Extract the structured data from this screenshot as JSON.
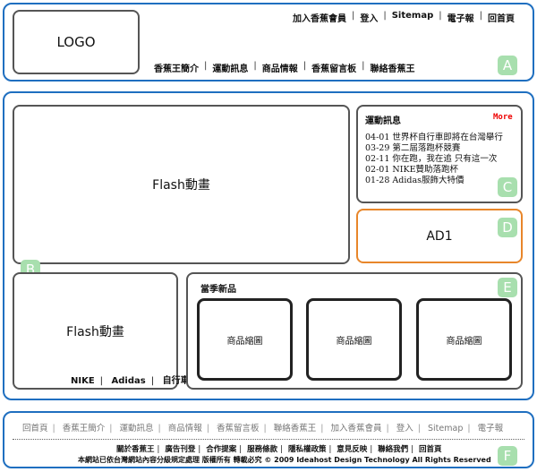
{
  "header": {
    "logo": "LOGO",
    "top_links": [
      "加入香蕉會員",
      "登入",
      "Sitemap",
      "電子報",
      "回首頁"
    ],
    "main_nav": [
      "香蕉王簡介",
      "運動訊息",
      "商品情報",
      "香蕉留言板",
      "聯絡香蕉王"
    ],
    "badge": "A"
  },
  "main": {
    "flash_banner": "Flash動畫",
    "badge_b": "B",
    "news": {
      "title": "運動訊息",
      "more": "More",
      "items": [
        "04-01 世界杯自行車即將在台灣舉行",
        "03-29 第二屆落跑杯競賽",
        "02-11 你在跑，我在追 只有這一次",
        "02-01 NIKE贊助落跑杯",
        "01-28 Adidas服飾大特價"
      ],
      "badge": "C"
    },
    "ad": {
      "label": "AD1",
      "badge": "D"
    },
    "flash_small": {
      "label": "Flash動畫",
      "brands": [
        "NIKE",
        "Adidas",
        "自行車"
      ]
    },
    "products": {
      "title": "當季新品",
      "badge": "E",
      "items": [
        "商品縮圖",
        "商品縮圖",
        "商品縮圖"
      ]
    }
  },
  "footer": {
    "nav": [
      "回首頁",
      "香蕉王簡介",
      "運動訊息",
      "商品情報",
      "香蕉留言板",
      "聯絡香蕉王",
      "加入香蕉會員",
      "登入",
      "Sitemap",
      "電子報"
    ],
    "links": [
      "關於香蕉王",
      "廣告刊登",
      "合作提案",
      "服務條款",
      "隱私權政策",
      "意見反映",
      "聯絡我們",
      "回首頁"
    ],
    "copyright": "本網站已依台灣網站內容分級規定處理 版權所有 轉載必究 © 2009 Ideahost Design Technology All Rights Reserved",
    "badge": "F"
  },
  "colors": {
    "frame": "#1f6fc0",
    "badge": "#a8dfae",
    "ad_border": "#e8862a",
    "more": "#ee0000"
  }
}
